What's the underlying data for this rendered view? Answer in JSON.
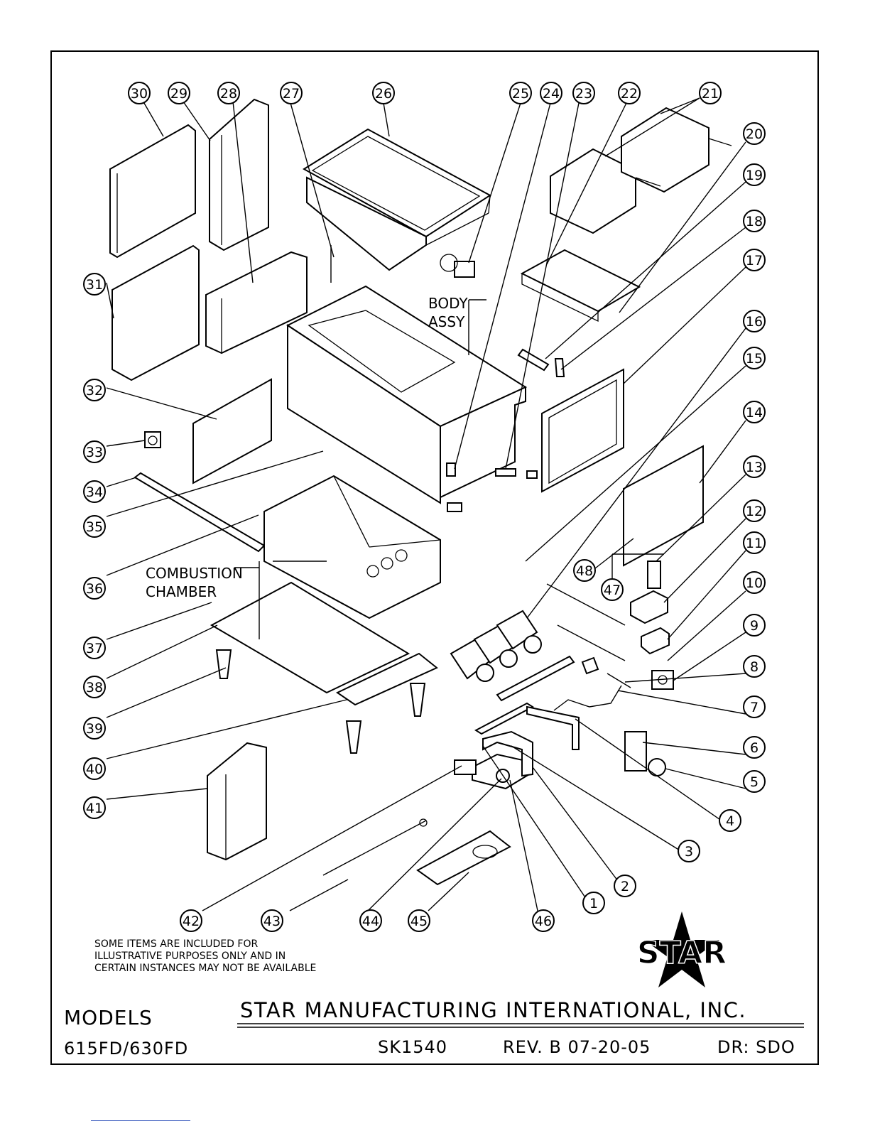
{
  "diagram": {
    "labels": {
      "body_assy_line1": "BODY",
      "body_assy_line2": "ASSY",
      "combustion_line1": "COMBUSTION",
      "combustion_line2": "CHAMBER"
    },
    "note_lines": [
      "SOME ITEMS ARE INCLUDED FOR",
      "ILLUSTRATIVE PURPOSES ONLY AND IN",
      "CERTAIN INSTANCES MAY NOT BE AVAILABLE"
    ],
    "callouts": [
      "1",
      "2",
      "3",
      "4",
      "5",
      "6",
      "7",
      "8",
      "9",
      "10",
      "11",
      "12",
      "13",
      "14",
      "15",
      "16",
      "17",
      "18",
      "19",
      "20",
      "21",
      "22",
      "23",
      "24",
      "25",
      "26",
      "27",
      "28",
      "29",
      "30",
      "31",
      "32",
      "33",
      "34",
      "35",
      "36",
      "37",
      "38",
      "39",
      "40",
      "41",
      "42",
      "43",
      "44",
      "45",
      "46",
      "47",
      "48"
    ]
  },
  "title_block": {
    "company": "STAR MANUFACTURING INTERNATIONAL, INC.",
    "models_label": "MODELS",
    "models_value": "615FD/630FD",
    "drawing_number": "SK1540",
    "revision": "REV. B 07-20-05",
    "drawn_by": "DR: SDO",
    "logo_text": "STAR"
  }
}
